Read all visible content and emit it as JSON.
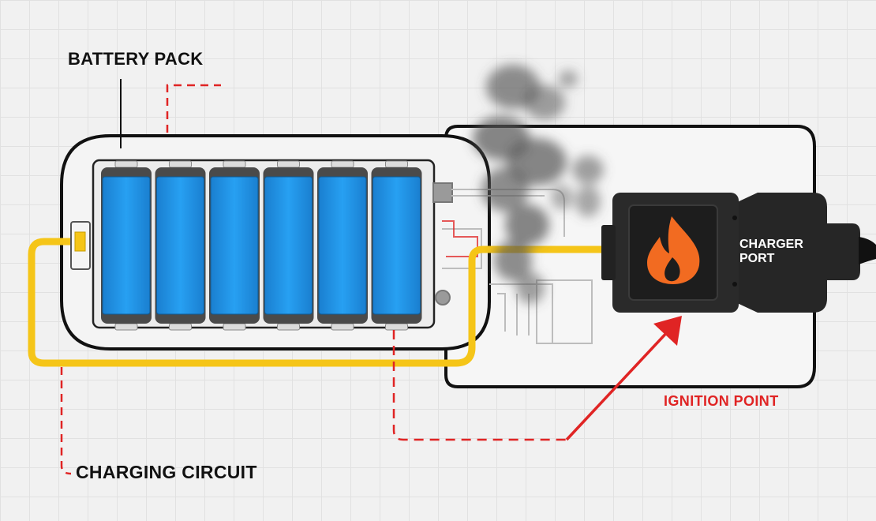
{
  "labels": {
    "battery_pack": "BATTERY PACK",
    "charging_circuit": "CHARGING CIRCUIT",
    "ignition_point": "IGNITION POINT",
    "charger_port_line1": "CHARGER",
    "charger_port_line2": "PORT"
  },
  "battery": {
    "cell_count": 6
  },
  "icons": {
    "fire": "fire-icon",
    "smoke": "smoke-plume"
  },
  "colors": {
    "cell_blue": "#1e8fe0",
    "circuit_yellow": "#f5c518",
    "warning_red": "#e02424",
    "flame_orange": "#f26b21",
    "port_body": "#262626",
    "smoke_gray": "#555555"
  }
}
